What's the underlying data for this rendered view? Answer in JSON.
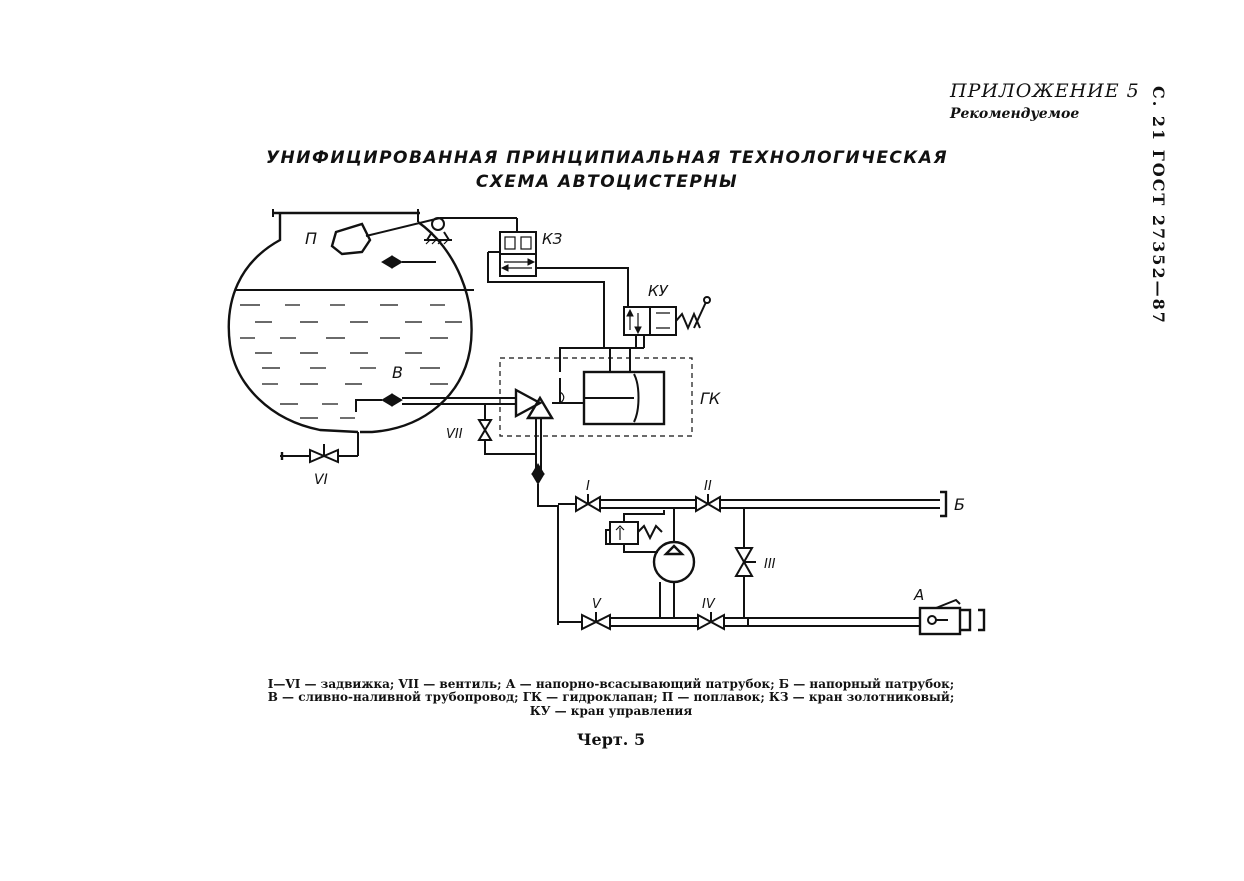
{
  "header": {
    "appendix": "ПРИЛОЖЕНИЕ 5",
    "appendix_status": "Рекомендуемое",
    "side_label": "С. 21 ГОСТ 27352—87"
  },
  "title": {
    "line1": "УНИФИЦИРОВАННАЯ ПРИНЦИПИАЛЬНАЯ ТЕХНОЛОГИЧЕСКАЯ",
    "line2": "СХЕМА АВТОЦИСТЕРНЫ"
  },
  "diagram": {
    "labels": {
      "float": "П",
      "spool_valve": "КЗ",
      "control_valve": "КУ",
      "hydro_valve": "ГК",
      "pipeline": "В",
      "pressure_outlet": "Б",
      "suction_outlet": "А"
    },
    "valves": {
      "v1": "I",
      "v2": "II",
      "v3": "III",
      "v4": "IV",
      "v5": "V",
      "v6": "VI",
      "v7": "VII"
    }
  },
  "legend": {
    "line1": "I—VI — задвижка; VII — вентиль; А — напорно-всасывающий патрубок; Б — напорный патрубок;",
    "line2": "В — сливно-наливной трубопровод; ГК — гидроклапан; П — поплавок; КЗ — кран золотниковый;",
    "line3": "КУ — кран управления"
  },
  "figure": {
    "caption": "Черт. 5"
  }
}
